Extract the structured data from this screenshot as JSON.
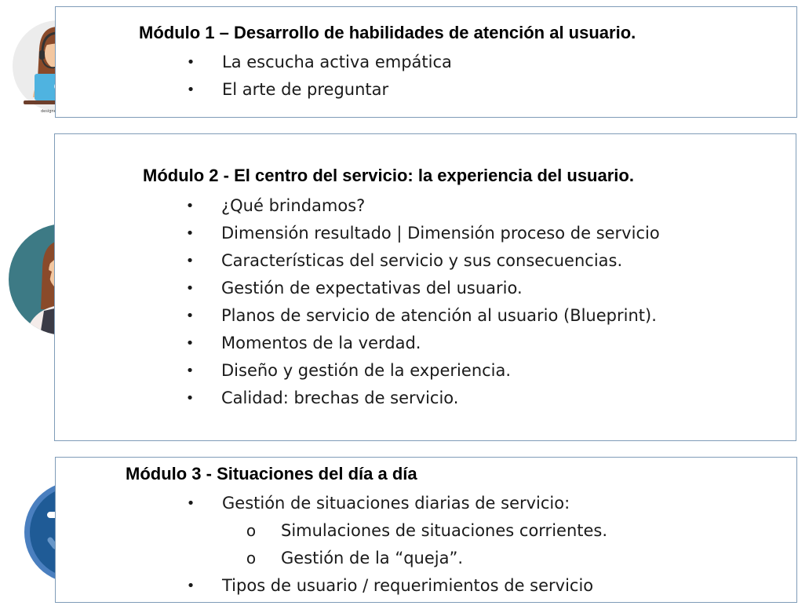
{
  "modules": [
    {
      "title": "Módulo 1 – Desarrollo de habilidades de atención al usuario.",
      "bullets": [
        "La escucha activa empática",
        "El arte de preguntar"
      ]
    },
    {
      "title": "Módulo 2 - El centro del servicio: la experiencia del usuario.",
      "bullets": [
        "¿Qué brindamos?",
        "Dimensión resultado | Dimensión proceso de servicio",
        "Características del servicio y sus consecuencias.",
        "Gestión de expectativas del usuario.",
        "Planos de servicio de atención al usuario (Blueprint).",
        "Momentos de la verdad.",
        "Diseño y gestión de la experiencia.",
        "Calidad: brechas de servicio."
      ]
    },
    {
      "title": "Módulo 3 - Situaciones del día a día",
      "bullets": [
        "Gestión de situaciones diarias de servicio:",
        "Tipos de usuario / requerimientos de servicio"
      ],
      "sub_bullets": [
        "Simulaciones de situaciones corrientes.",
        "Gestión de la “queja”."
      ]
    }
  ],
  "markers": {
    "bullet": "•",
    "sub": "o"
  },
  "credit": "designed by ⓕ freepik",
  "icons": {
    "module1": "call-center-agent-icon",
    "module2": "woman-avatar-icon",
    "module3": "exchange-arrows-icon"
  },
  "colors": {
    "border": "#7f9cb8",
    "avatar_bg": "#3d7a85",
    "arrows_bg": "#1f5b96",
    "speech_bubble": "#29a9d9"
  }
}
